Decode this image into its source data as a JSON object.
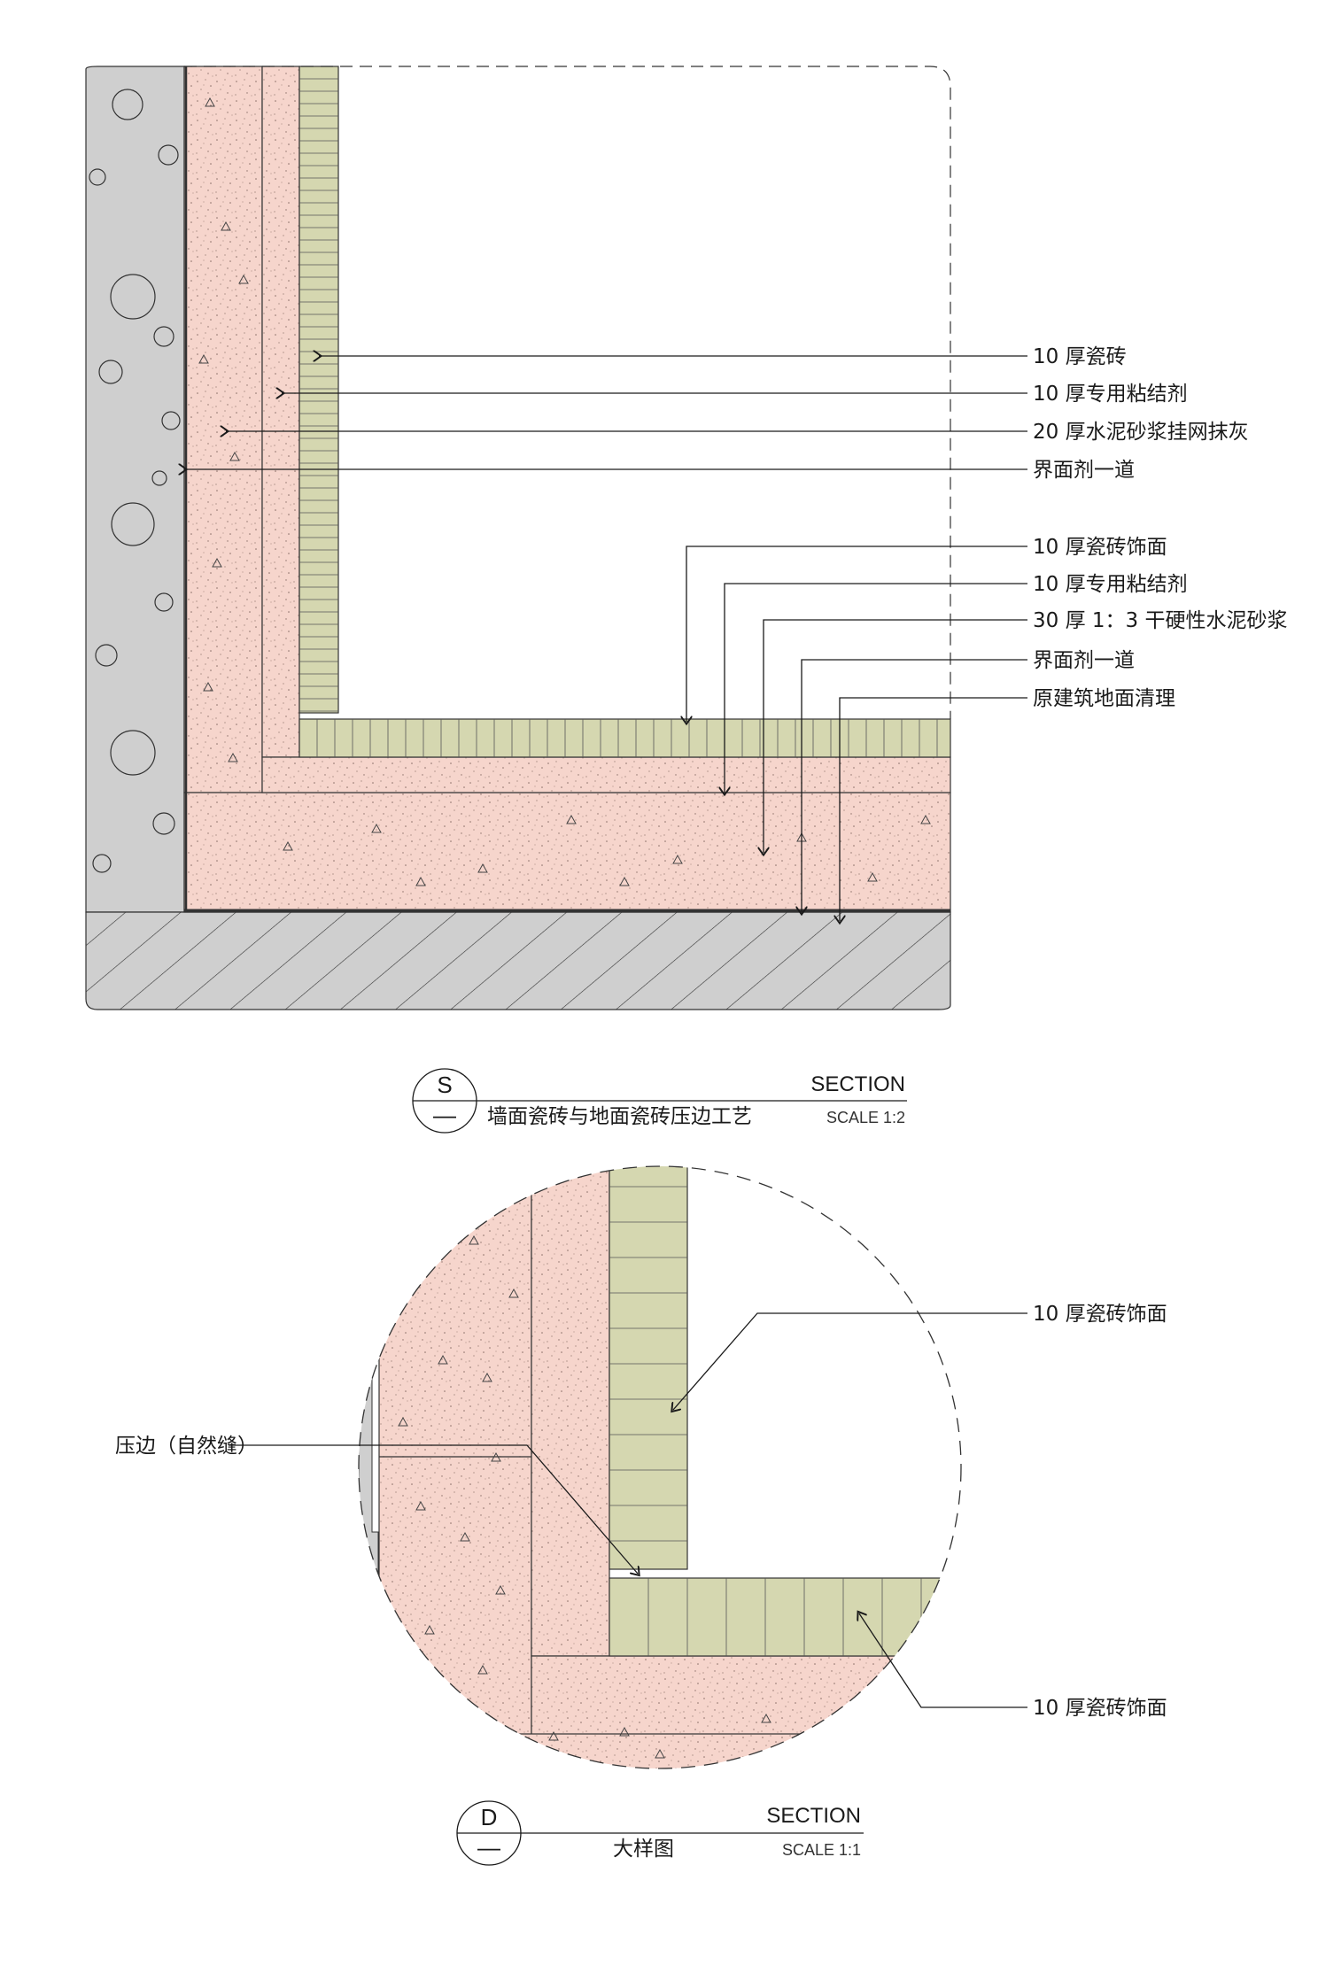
{
  "colors": {
    "concrete": "#cfcfcf",
    "mortar": "#f6d5cc",
    "tile": "#d5d7b0",
    "line": "#1a1a1a"
  },
  "section_s": {
    "callouts_wall": [
      "10 厚瓷砖",
      "10 厚专用粘结剂",
      "20 厚水泥砂浆挂网抹灰",
      "界面剂一道"
    ],
    "callouts_floor": [
      "10 厚瓷砖饰面",
      "10 厚专用粘结剂",
      "30 厚 1：3 干硬性水泥砂浆",
      "界面剂一道",
      "原建筑地面清理"
    ],
    "title": {
      "letter": "S",
      "dash": "—",
      "name": "墙面瓷砖与地面瓷砖压边工艺",
      "section": "SECTION",
      "scale": "SCALE 1:2"
    }
  },
  "section_d": {
    "callout_tile_wall": "10 厚瓷砖饰面",
    "callout_tile_floor": "10 厚瓷砖饰面",
    "callout_edge": "压边（自然缝）",
    "title": {
      "letter": "D",
      "dash": "—",
      "name": "大样图",
      "section": "SECTION",
      "scale": "SCALE 1:1"
    }
  }
}
